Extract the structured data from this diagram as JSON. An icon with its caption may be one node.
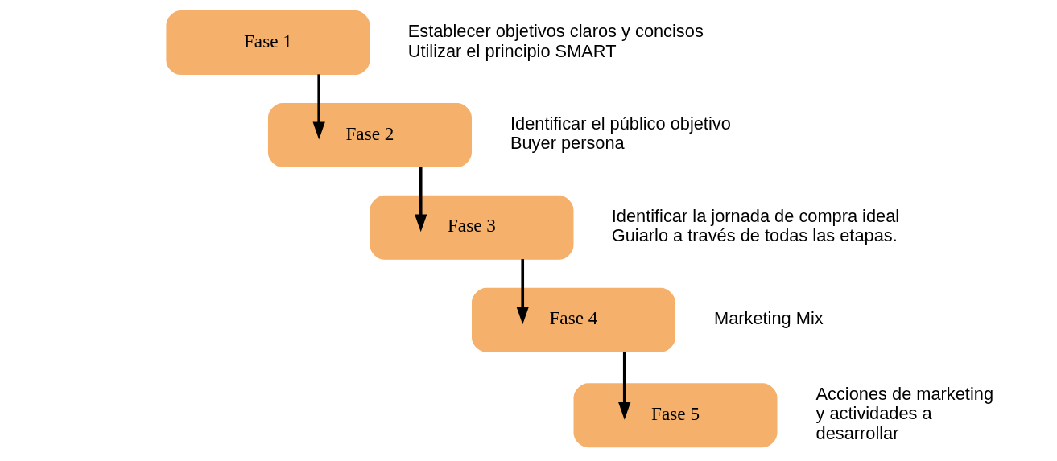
{
  "diagram": {
    "nodes": [
      {
        "text": [
          "Fase 1"
        ],
        "beside": [
          "Establecer objetivos claros y concisos",
          "Utilizar el principio SMART"
        ]
      },
      {
        "text": [
          "Fase 2"
        ],
        "beside": [
          "Identificar el público objetivo",
          "Buyer persona"
        ]
      },
      {
        "text": [
          "Fase 3"
        ],
        "beside": [
          "Identificar la jornada de compra ideal",
          "Guiarlo a través de todas las etapas."
        ]
      },
      {
        "text": [
          "Fase 4"
        ],
        "beside": [
          "Marketing Mix"
        ]
      },
      {
        "text": [
          "Fase 5"
        ],
        "beside": [
          "Acciones de marketing y actividades a desarrollar"
        ]
      }
    ],
    "edges": [
      {
        "from": 0,
        "to": 1,
        "arrow": "to"
      },
      {
        "from": 1,
        "to": 2,
        "arrow": "to"
      },
      {
        "from": 2,
        "to": 3,
        "arrow": "to"
      },
      {
        "from": 3,
        "to": 4,
        "arrow": "to"
      }
    ]
  }
}
